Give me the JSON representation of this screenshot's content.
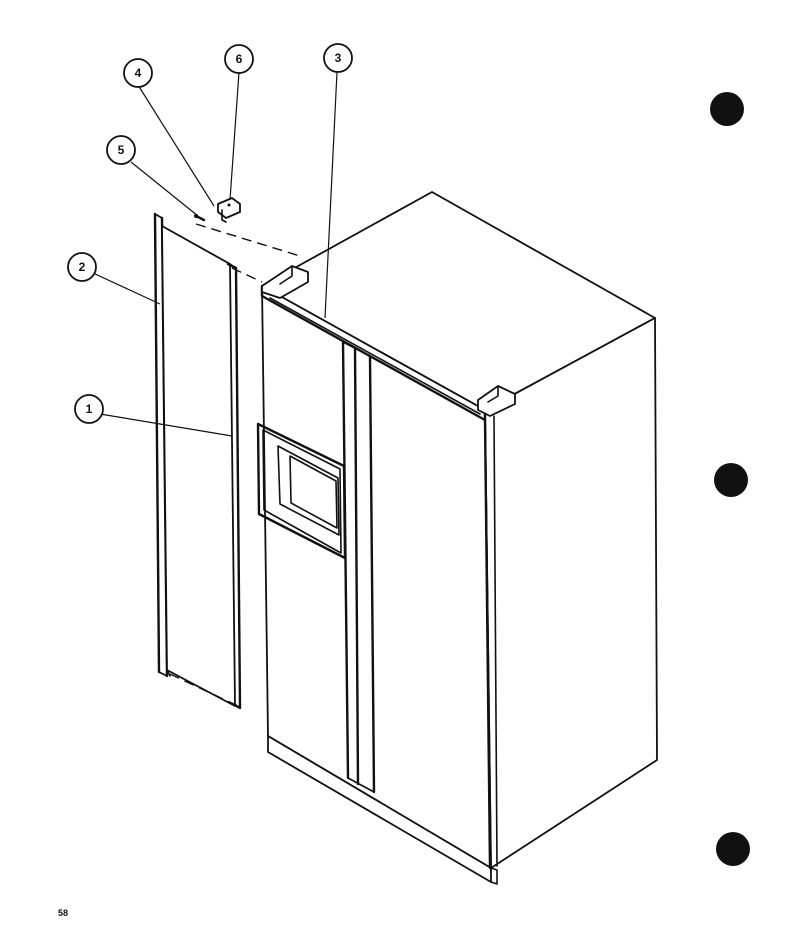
{
  "diagram": {
    "callouts": [
      {
        "id": "callout-1",
        "label": "1"
      },
      {
        "id": "callout-2",
        "label": "2"
      },
      {
        "id": "callout-3",
        "label": "3"
      },
      {
        "id": "callout-4",
        "label": "4"
      },
      {
        "id": "callout-5",
        "label": "5"
      },
      {
        "id": "callout-6",
        "label": "6"
      }
    ]
  },
  "footer": {
    "page_number": "58"
  },
  "colors": {
    "line": "#111111",
    "background": "#ffffff"
  }
}
